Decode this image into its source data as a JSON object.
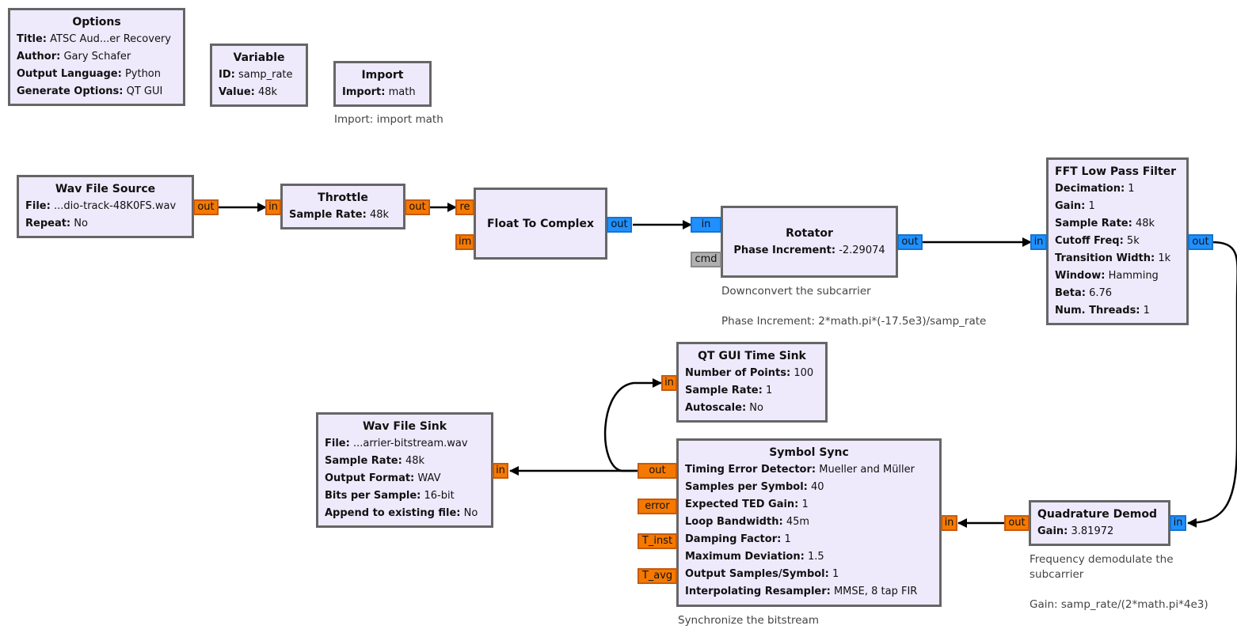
{
  "blocks": {
    "options": {
      "title": "Options",
      "params": [
        {
          "k": "Title:",
          "v": "ATSC Aud...er Recovery"
        },
        {
          "k": "Author:",
          "v": "Gary Schafer"
        },
        {
          "k": "Output Language:",
          "v": "Python"
        },
        {
          "k": "Generate Options:",
          "v": "QT GUI"
        }
      ]
    },
    "variable": {
      "title": "Variable",
      "params": [
        {
          "k": "ID:",
          "v": "samp_rate"
        },
        {
          "k": "Value:",
          "v": "48k"
        }
      ]
    },
    "import": {
      "title": "Import",
      "params": [
        {
          "k": "Import:",
          "v": "math"
        }
      ],
      "comment": "Import: import math"
    },
    "wav_source": {
      "title": "Wav File Source",
      "params": [
        {
          "k": "File:",
          "v": "...dio-track-48K0FS.wav"
        },
        {
          "k": "Repeat:",
          "v": "No"
        }
      ],
      "ports": {
        "out": "out"
      }
    },
    "throttle": {
      "title": "Throttle",
      "params": [
        {
          "k": "Sample Rate:",
          "v": "48k"
        }
      ],
      "ports": {
        "in": "in",
        "out": "out"
      }
    },
    "float_to_complex": {
      "title": "Float To Complex",
      "ports": {
        "re": "re",
        "im": "im",
        "out": "out"
      }
    },
    "rotator": {
      "title": "Rotator",
      "params": [
        {
          "k": "Phase Increment:",
          "v": "-2.29074"
        }
      ],
      "ports": {
        "in": "in",
        "cmd": "cmd",
        "out": "out"
      },
      "comment": "Downconvert the subcarrier\n\nPhase Increment: 2*math.pi*(-17.5e3)/samp_rate"
    },
    "fft_lpf": {
      "title": "FFT Low Pass Filter",
      "params": [
        {
          "k": "Decimation:",
          "v": "1"
        },
        {
          "k": "Gain:",
          "v": "1"
        },
        {
          "k": "Sample Rate:",
          "v": "48k"
        },
        {
          "k": "Cutoff Freq:",
          "v": "5k"
        },
        {
          "k": "Transition Width:",
          "v": "1k"
        },
        {
          "k": "Window:",
          "v": "Hamming"
        },
        {
          "k": "Beta:",
          "v": "6.76"
        },
        {
          "k": "Num. Threads:",
          "v": "1"
        }
      ],
      "ports": {
        "in": "in",
        "out": "out"
      }
    },
    "qt_time_sink": {
      "title": "QT GUI Time Sink",
      "params": [
        {
          "k": "Number of Points:",
          "v": "100"
        },
        {
          "k": "Sample Rate:",
          "v": "1"
        },
        {
          "k": "Autoscale:",
          "v": "No"
        }
      ],
      "ports": {
        "in": "in"
      }
    },
    "wav_sink": {
      "title": "Wav File Sink",
      "params": [
        {
          "k": "File:",
          "v": "...arrier-bitstream.wav"
        },
        {
          "k": "Sample Rate:",
          "v": "48k"
        },
        {
          "k": "Output Format:",
          "v": "WAV"
        },
        {
          "k": "Bits per Sample:",
          "v": "16-bit"
        },
        {
          "k": "Append to existing file:",
          "v": "No"
        }
      ],
      "ports": {
        "in": "in"
      }
    },
    "symbol_sync": {
      "title": "Symbol Sync",
      "params": [
        {
          "k": "Timing Error Detector:",
          "v": "Mueller and Müller"
        },
        {
          "k": "Samples per Symbol:",
          "v": "40"
        },
        {
          "k": "Expected TED Gain:",
          "v": "1"
        },
        {
          "k": "Loop Bandwidth:",
          "v": "45m"
        },
        {
          "k": "Damping Factor:",
          "v": "1"
        },
        {
          "k": "Maximum Deviation:",
          "v": "1.5"
        },
        {
          "k": "Output Samples/Symbol:",
          "v": "1"
        },
        {
          "k": "Interpolating Resampler:",
          "v": "MMSE, 8 tap FIR"
        }
      ],
      "ports": {
        "in": "in",
        "out": "out",
        "error": "error",
        "t_inst": "T_inst",
        "t_avg": "T_avg"
      },
      "comment": "Synchronize the bitstream"
    },
    "quad_demod": {
      "title": "Quadrature Demod",
      "params": [
        {
          "k": "Gain:",
          "v": "3.81972"
        }
      ],
      "ports": {
        "in": "in",
        "out": "out"
      },
      "comment": "Frequency demodulate the\nsubcarrier\n\nGain: samp_rate/(2*math.pi*4e3)"
    }
  },
  "colors": {
    "float_port": "#f57900",
    "complex_port": "#1e90ff",
    "message_port": "#b0b0b0",
    "block_fill": "#eeeafc",
    "block_border": "#666666"
  }
}
